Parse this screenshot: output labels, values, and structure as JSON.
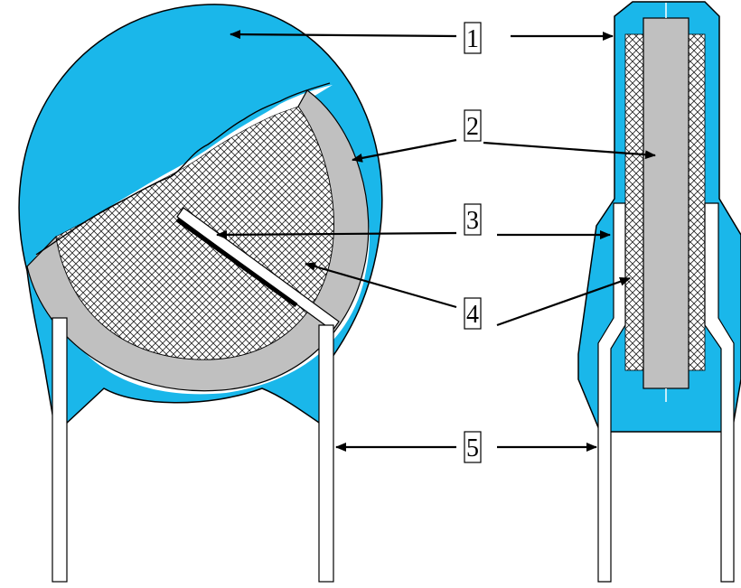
{
  "colors": {
    "coating": "#1ab7ea",
    "electrode": "#c0c0c0",
    "dielectric": "#ffffff",
    "lead": "#ffffff",
    "outline": "#000000"
  },
  "labels": {
    "l1": "1",
    "l2": "2",
    "l3": "3",
    "l4": "4",
    "l5": "5"
  }
}
